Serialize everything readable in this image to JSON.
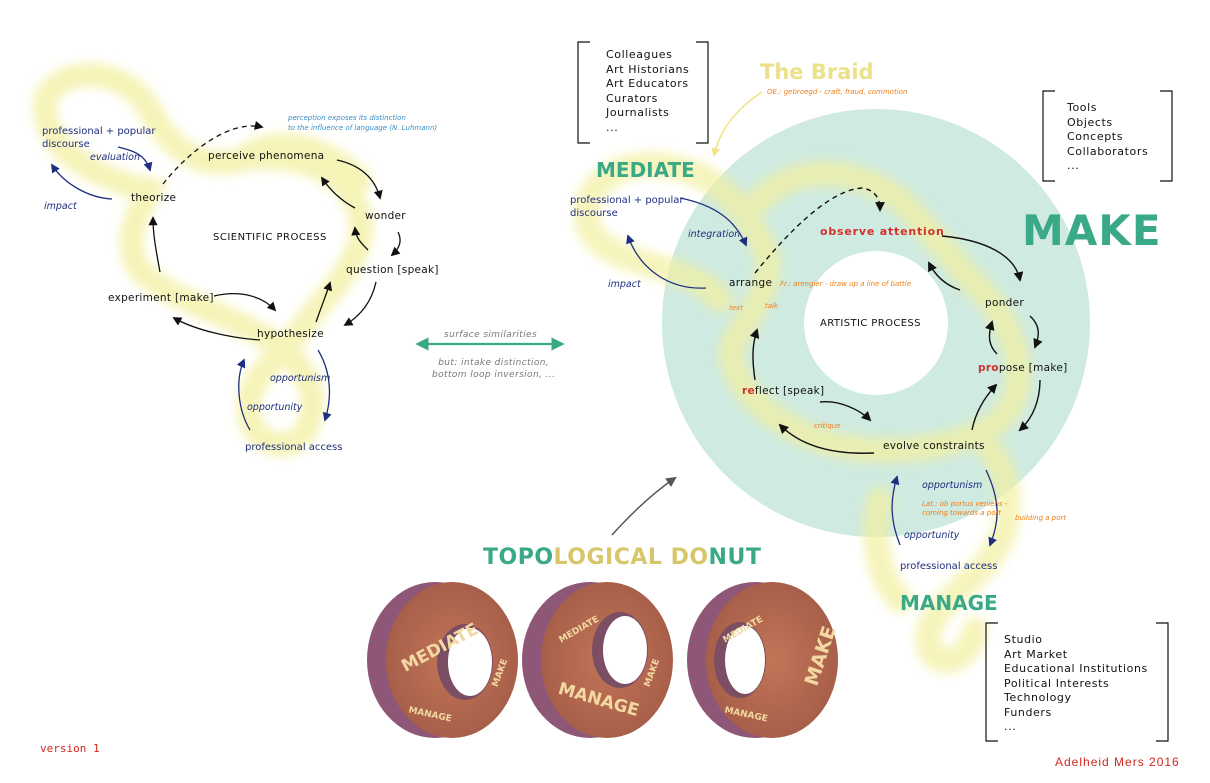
{
  "left": {
    "title": "SCIENTIFIC PROCESS",
    "nodes": {
      "theorize": "theorize",
      "perceive": "perceive phenomena",
      "wonder": "wonder",
      "question": "question [speak]",
      "hypothesize": "hypothesize",
      "experiment": "experiment [make]"
    },
    "discourse": "professional + popular\ndiscourse",
    "evaluation": "evaluation",
    "impact": "impact",
    "opportunism": "opportunism",
    "opportunity": "opportunity",
    "access": "professional access",
    "perception_note": "perception exposes its distinction\nto the influence of language (N. Luhmann)"
  },
  "middle": {
    "surface": "surface similarities",
    "but": "but: intake distinction,\nbottom loop inversion, ..."
  },
  "right": {
    "title": "ARTISTIC PROCESS",
    "make": "MAKE",
    "mediate": "MEDIATE",
    "manage": "MANAGE",
    "braid": "The Braid",
    "braid_note": "OE.: gebroegd - craft, fraud, commotion",
    "nodes": {
      "observe": "observe attention",
      "ponder": "ponder",
      "propose_red": "pro",
      "propose_rest": "pose [make]",
      "evolve": "evolve constraints",
      "reflect_red": "re",
      "reflect_rest": "flect [speak]",
      "arrange": "arrange"
    },
    "arrange_note": "Fr.: arengier - draw up a line of battle",
    "text": "text",
    "talk": "talk",
    "critique": "critique",
    "discourse": "professional + popular\ndiscourse",
    "integration": "integration",
    "impact": "impact",
    "opportunism": "opportunism",
    "opportunity": "opportunity",
    "access": "professional access",
    "lat_note": "Lat.: ob portus veniens -\ncoming towards a port",
    "port_note": "building a port"
  },
  "lists": {
    "mediate": [
      "Colleagues",
      "Art Historians",
      "Art Educators",
      "Curators",
      "Journalists",
      "..."
    ],
    "make": [
      "Tools",
      "Objects",
      "Concepts",
      "Collaborators",
      "..."
    ],
    "manage": [
      "Studio",
      "Art Market",
      "Educational Institutions",
      "Political Interests",
      "Technology",
      "Funders",
      "..."
    ]
  },
  "topological": {
    "p1": "TOPO",
    "p2": "LOGICAL ",
    "p3": "DO",
    "p4": "NUT"
  },
  "donuts": [
    {
      "big": "MEDIATE",
      "small1": "MAKE",
      "small2": "MANAGE"
    },
    {
      "big": "MANAGE",
      "small1": "MEDIATE",
      "small2": "MAKE"
    },
    {
      "big": "MAKE",
      "small1": "MEDIATE",
      "small2": "MANAGE"
    }
  ],
  "colors": {
    "teal": "#3aa987",
    "mint_donut": "#cfeae0",
    "yellow_glow": "#f4f2a8",
    "navy": "#1f2f80",
    "orange": "#ef7d1a",
    "red": "#d2322d",
    "donut_brown": "#b86a53",
    "donut_purple": "#8f5777"
  },
  "footer": {
    "version": "version 1",
    "credit": "Adelheid Mers 2016"
  }
}
